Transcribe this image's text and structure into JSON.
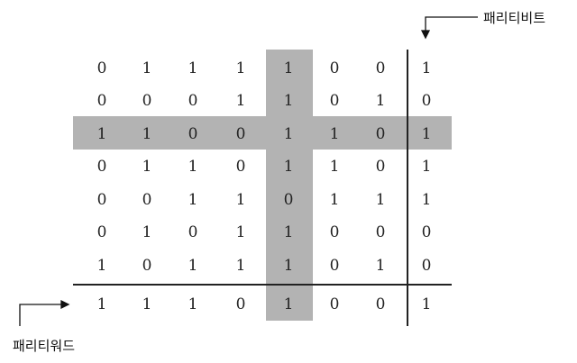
{
  "labels": {
    "parity_bit": "패리티비트",
    "parity_word": "패리티워드"
  },
  "highlight": {
    "row_index": 2,
    "column_index": 4,
    "color": "#b3b3b3"
  },
  "matrix": [
    [
      0,
      1,
      1,
      1,
      1,
      0,
      0,
      1
    ],
    [
      0,
      0,
      0,
      1,
      1,
      0,
      1,
      0
    ],
    [
      1,
      1,
      0,
      0,
      1,
      1,
      0,
      1
    ],
    [
      0,
      1,
      1,
      0,
      1,
      1,
      0,
      1
    ],
    [
      0,
      0,
      1,
      1,
      0,
      1,
      1,
      1
    ],
    [
      0,
      1,
      0,
      1,
      1,
      0,
      0,
      0
    ],
    [
      1,
      0,
      1,
      1,
      1,
      0,
      1,
      0
    ],
    [
      1,
      1,
      1,
      0,
      1,
      0,
      0,
      1
    ]
  ]
}
